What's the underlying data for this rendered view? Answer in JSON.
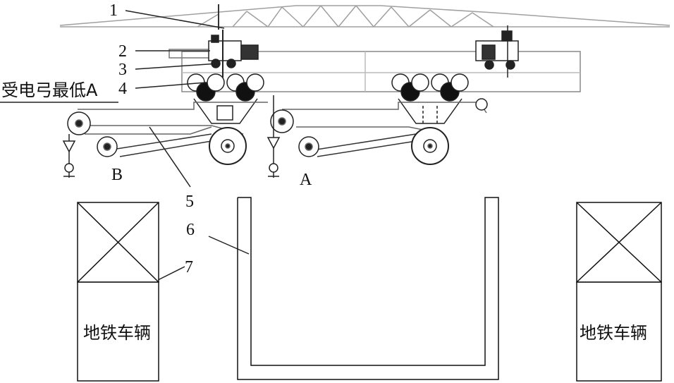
{
  "callouts": [
    "1",
    "2",
    "3",
    "4",
    "5",
    "6",
    "7"
  ],
  "caption_left": "受电弓最低A",
  "points": {
    "a": "A",
    "b": "B"
  },
  "vehicle_label": "地铁车辆",
  "colors": {
    "line": "#1a1a1a",
    "light": "#9a9a9a",
    "bg": "#ffffff"
  }
}
